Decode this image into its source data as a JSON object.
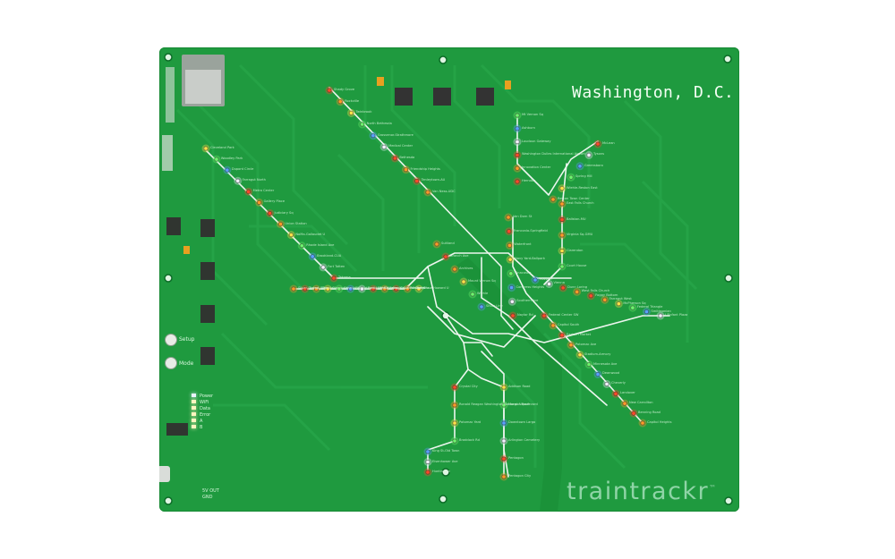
{
  "board": {
    "title": "Washington, D.C.",
    "brand": "traintrackr",
    "brand_mark": "™"
  },
  "buttons": {
    "setup": "Setup",
    "mode": "Mode"
  },
  "status_leds": [
    {
      "label": "Power",
      "color": "#e9f3ff"
    },
    {
      "label": "WiFi",
      "color": "#fff5c0"
    },
    {
      "label": "Data",
      "color": "#fff5c0"
    },
    {
      "label": "Error",
      "color": "#fff5c0"
    },
    {
      "label": "A",
      "color": "#fff5c0"
    },
    {
      "label": "B",
      "color": "#fff5c0"
    }
  ],
  "small_labels": {
    "power_out": "5V OUT",
    "gnd": "GND"
  },
  "stations": [
    "Shady Grove",
    "Rockville",
    "Twinbrook",
    "North Bethesda",
    "Grosvenor-Strathmore",
    "Medical Center",
    "Bethesda",
    "Friendship Heights",
    "Tenleytown-AU",
    "Van Ness-UDC",
    "Cleveland Park",
    "Woodley Park",
    "Dupont Circle",
    "Farragut North",
    "Metro Center",
    "Gallery Place",
    "Judiciary Sq",
    "Union Station",
    "NoMa-Gallaudet U",
    "Rhode Island Ave",
    "Brookland-CUA",
    "Fort Totten",
    "Takoma",
    "Silver Spring",
    "Forest Glen",
    "Wheaton",
    "Glenmont",
    "Greenbelt",
    "College Park-U of Md",
    "Hyattsville Crossing",
    "West Hyattsville",
    "Georgia Ave-Petworth",
    "Columbia Heights",
    "U Street",
    "Shaw-Howard U",
    "Mt Vernon Sq",
    "Ashburn",
    "Loudoun Gateway",
    "Washington Dulles International Airport",
    "Innovation Center",
    "Herndon",
    "Reston Town Center",
    "Wiehle-Reston East",
    "Spring Hill",
    "Greensboro",
    "Tysons",
    "McLean",
    "East Falls Church",
    "Ballston-MU",
    "Virginia Sq-GMU",
    "Clarendon",
    "Court House",
    "Rosslyn",
    "Vienna",
    "Dunn Loring",
    "West Falls Church",
    "Foggy Bottom",
    "Farragut West",
    "McPherson Sq",
    "Federal Triangle",
    "Smithsonian",
    "L'Enfant Plaza",
    "Federal Center SW",
    "Capitol South",
    "Eastern Market",
    "Potomac Ave",
    "Stadium-Armory",
    "Minnesota Ave",
    "Deanwood",
    "Cheverly",
    "Landover",
    "New Carrollton",
    "Benning Road",
    "Capitol Heights",
    "Addison Road",
    "Morgan Boulevard",
    "Downtown Largo",
    "Arlington Cemetery",
    "Pentagon",
    "Pentagon City",
    "Crystal City",
    "Ronald Reagan Washington National Airport",
    "Potomac Yard",
    "Braddock Rd",
    "King St-Old Town",
    "Eisenhower Ave",
    "Huntington",
    "Van Dorn St",
    "Franconia-Springfield",
    "Waterfront",
    "Navy Yard-Ballpark",
    "Anacostia",
    "Congress Heights",
    "Southern Ave",
    "Naylor Rd",
    "Suitland",
    "Branch Ave",
    "Archives",
    "Mount Vernon Sq",
    "Wiehle",
    "Silver Line"
  ]
}
